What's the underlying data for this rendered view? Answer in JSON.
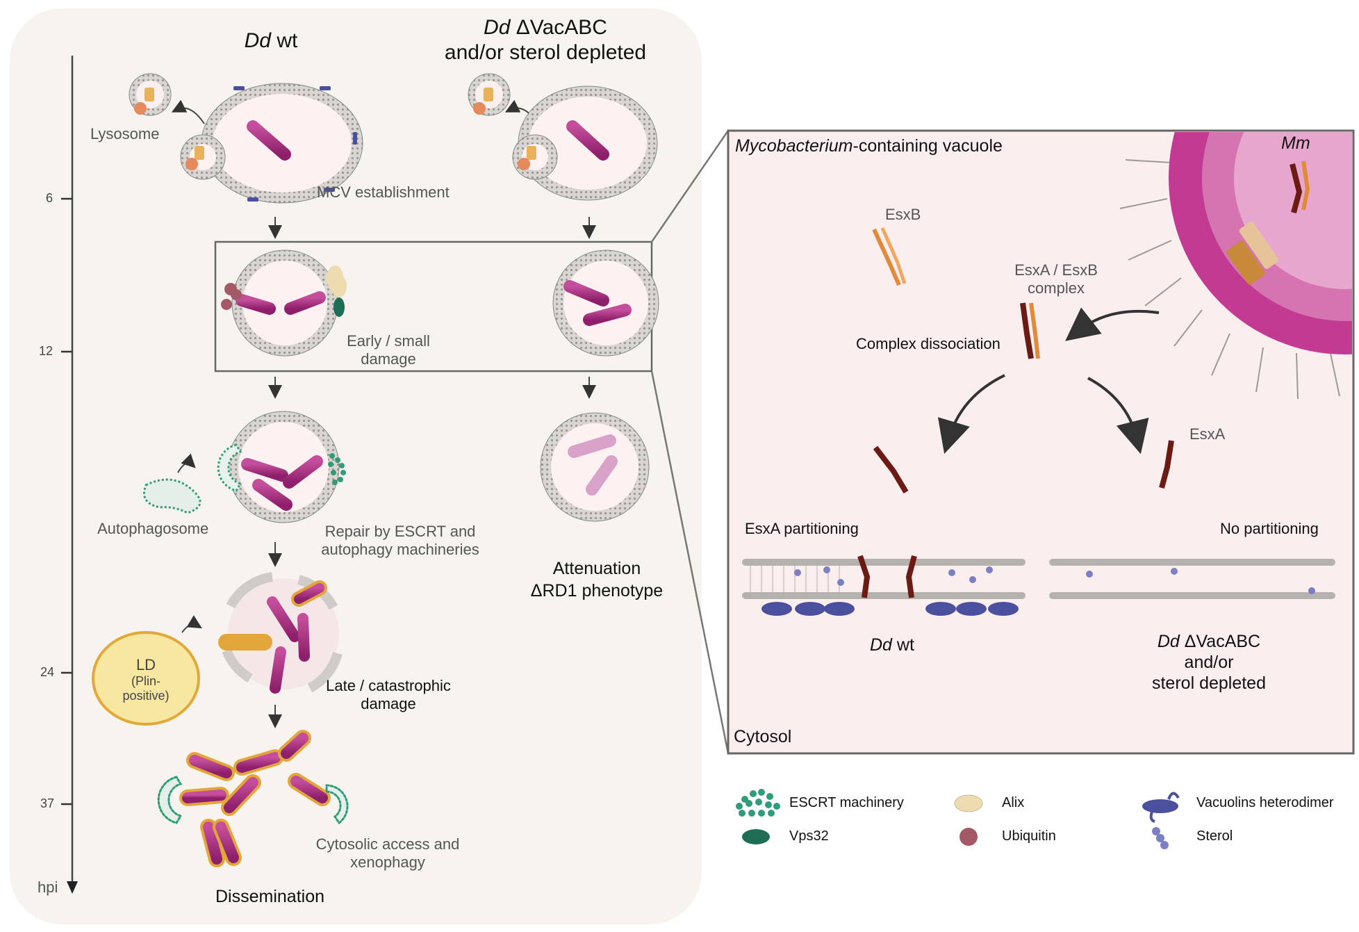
{
  "left_panel": {
    "columns": {
      "wt": {
        "species": "Dd",
        "strain": " wt"
      },
      "mutant": {
        "species": "Dd",
        "strain": " ΔVacABC",
        "line2": "and/or sterol depleted"
      }
    },
    "axis": {
      "unit": "hpi",
      "ticks": [
        "6",
        "12",
        "24",
        "37"
      ]
    },
    "labels": {
      "lysosome": "Lysosome",
      "mcv_establishment": "MCV establishment",
      "early_damage_1": "Early / small",
      "early_damage_2": "damage",
      "autophagosome": "Autophagosome",
      "repair_1": "Repair by ESCRT and",
      "repair_2": "autophagy  machineries",
      "attenuation_1": "Attenuation",
      "attenuation_2": "ΔRD1 phenotype",
      "ld_1": "LD",
      "ld_2": "(Plin-",
      "ld_3": "positive)",
      "late_damage_1": "Late / catastrophic",
      "late_damage_2": "damage",
      "cytosolic_1": "Cytosolic access and",
      "cytosolic_2": "xenophagy",
      "dissemination": "Dissemination"
    }
  },
  "zoom_panel": {
    "title_italic": "Mycobacterium",
    "title_rest": "-containing vacuole",
    "mm": "Mm",
    "esxb": "EsxB",
    "complex_1": "EsxA / EsxB",
    "complex_2": "complex",
    "dissociation": "Complex dissociation",
    "esxa": "EsxA",
    "partitioning": "EsxA partitioning",
    "no_partitioning": "No partitioning",
    "membrane_wt_species": "Dd",
    "membrane_wt_strain": " wt",
    "membrane_mut_species": "Dd",
    "membrane_mut_strain": " ΔVacABC",
    "membrane_mut_2": "and/or",
    "membrane_mut_3": "sterol depleted",
    "cytosol": "Cytosol"
  },
  "legend": [
    {
      "icon": "escrt-icon",
      "label": "ESCRT machinery"
    },
    {
      "icon": "alix-icon",
      "label": "Alix"
    },
    {
      "icon": "vacuolins-icon",
      "label": "Vacuolins heterodimer"
    },
    {
      "icon": "vps32-icon",
      "label": "Vps32"
    },
    {
      "icon": "ubiquitin-icon",
      "label": "Ubiquitin"
    },
    {
      "icon": "sterol-icon",
      "label": "Sterol"
    }
  ],
  "colors": {
    "panel_bg": "#f7f3ee",
    "bacterium": "#a02a7a",
    "bacterium_light": "#d9a3c9",
    "vacuolin": "#4a4f9e",
    "escrt": "#2f9c7a",
    "vps32": "#1d6e55",
    "alix": "#ecdcaf",
    "ubiquitin": "#a35a66",
    "esxa": "#6b1a14",
    "esxb": "#e08a3c",
    "ld_fill": "#f7e7a1",
    "ld_stroke": "#e2a93a",
    "mm_outer": "#c23a92",
    "mm_inner": "#e7a6ce"
  }
}
